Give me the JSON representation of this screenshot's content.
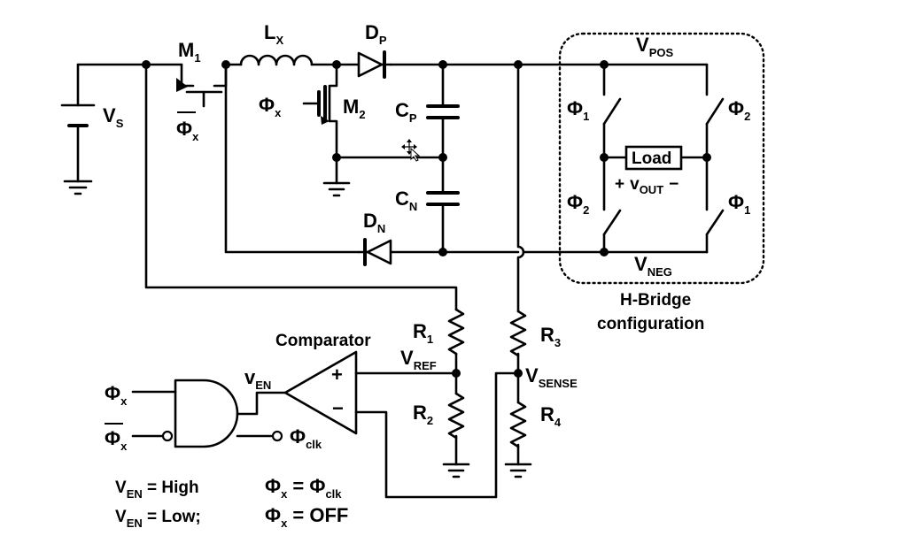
{
  "labels": {
    "vs_main": "V",
    "vs_sub": "S",
    "m1_main": "M",
    "m1_sub": "1",
    "phix_bar_main": "Φ",
    "phix_bar_sub": "x",
    "lx_main": "L",
    "lx_sub": "X",
    "dp_main": "D",
    "dp_sub": "P",
    "phix_m2_main": "Φ",
    "phix_m2_sub": "x",
    "m2_main": "M",
    "m2_sub": "2",
    "cp_main": "C",
    "cp_sub": "P",
    "cn_main": "C",
    "cn_sub": "N",
    "dn_main": "D",
    "dn_sub": "N",
    "vpos_main": "V",
    "vpos_sub": "POS",
    "vneg_main": "V",
    "vneg_sub": "NEG",
    "phi1_tl_main": "Φ",
    "phi1_tl_sub": "1",
    "phi2_tr_main": "Φ",
    "phi2_tr_sub": "2",
    "phi2_bl_main": "Φ",
    "phi2_bl_sub": "2",
    "phi1_br_main": "Φ",
    "phi1_br_sub": "1",
    "load": "Load",
    "vout_plus": "+",
    "vout_main": "v",
    "vout_sub": "OUT",
    "vout_minus": "−",
    "hbridge_line1": "H-Bridge",
    "hbridge_line2": "configuration",
    "comparator": "Comparator",
    "plus": "+",
    "minus": "−",
    "ven_main": "v",
    "ven_sub": "EN",
    "r1_main": "R",
    "r1_sub": "1",
    "r2_main": "R",
    "r2_sub": "2",
    "r3_main": "R",
    "r3_sub": "3",
    "r4_main": "R",
    "r4_sub": "4",
    "vref_main": "V",
    "vref_sub": "REF",
    "vsense_main": "V",
    "vsense_sub": "SENSE",
    "gate_in1_main": "Φ",
    "gate_in1_sub": "x",
    "gate_in2_main": "Φ",
    "gate_in2_sub": "x",
    "phiclk_main": "Φ",
    "phiclk_sub": "clk"
  },
  "legend": {
    "row1_left_main": "V",
    "row1_left_sub": "EN",
    "row1_left_rest": " = High",
    "row1_right_main": "Φ",
    "row1_right_sub": "x",
    "row1_right_eq": " = Φ",
    "row1_right_sub2": "clk",
    "row2_left_main": "V",
    "row2_left_sub": "EN",
    "row2_left_rest": " = Low;",
    "row2_right_main": "Φ",
    "row2_right_sub": "x",
    "row2_right_rest": " = OFF"
  },
  "icons": {
    "cursor": "move-cursor-icon"
  }
}
